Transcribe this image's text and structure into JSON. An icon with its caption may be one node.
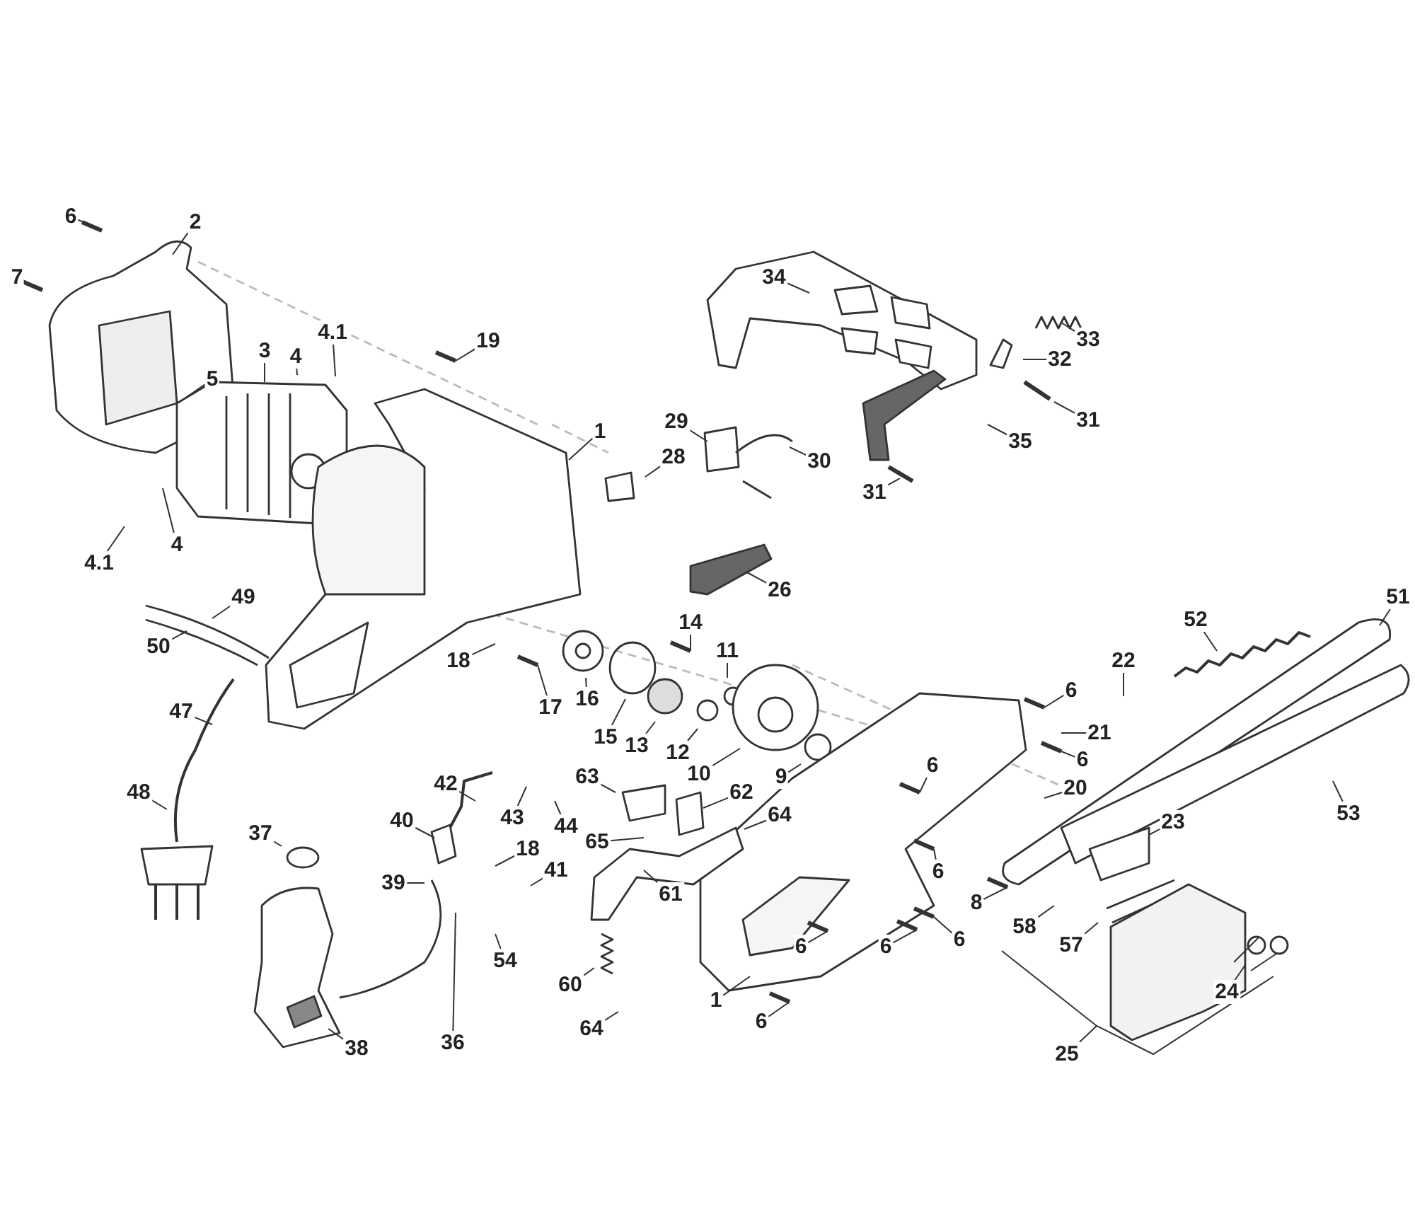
{
  "diagram": {
    "nodes": [
      {
        "text": [
          "6"
        ]
      },
      {
        "text": [
          "2"
        ]
      },
      {
        "text": [
          "34"
        ]
      },
      {
        "text": [
          "7"
        ]
      },
      {
        "text": [
          "4.1"
        ]
      },
      {
        "text": [
          "33"
        ]
      },
      {
        "text": [
          "19"
        ]
      },
      {
        "text": [
          "3"
        ]
      },
      {
        "text": [
          "4"
        ]
      },
      {
        "text": [
          "32"
        ]
      },
      {
        "text": [
          "5"
        ]
      },
      {
        "text": [
          "31"
        ]
      },
      {
        "text": [
          "29"
        ]
      },
      {
        "text": [
          "1"
        ]
      },
      {
        "text": [
          "35"
        ]
      },
      {
        "text": [
          "28"
        ]
      },
      {
        "text": [
          "30"
        ]
      },
      {
        "text": [
          "31"
        ]
      },
      {
        "text": [
          "4"
        ]
      },
      {
        "text": [
          "4.1"
        ]
      },
      {
        "text": [
          "26"
        ]
      },
      {
        "text": [
          "49"
        ]
      },
      {
        "text": [
          "51"
        ]
      },
      {
        "text": [
          "52"
        ]
      },
      {
        "text": [
          "14"
        ]
      },
      {
        "text": [
          "50"
        ]
      },
      {
        "text": [
          "11"
        ]
      },
      {
        "text": [
          "18"
        ]
      },
      {
        "text": [
          "22"
        ]
      },
      {
        "text": [
          "6"
        ]
      },
      {
        "text": [
          "16"
        ]
      },
      {
        "text": [
          "17"
        ]
      },
      {
        "text": [
          "47"
        ]
      },
      {
        "text": [
          "15"
        ]
      },
      {
        "text": [
          "21"
        ]
      },
      {
        "text": [
          "13"
        ]
      },
      {
        "text": [
          "12"
        ]
      },
      {
        "text": [
          "6"
        ]
      },
      {
        "text": [
          "6"
        ]
      },
      {
        "text": [
          "10"
        ]
      },
      {
        "text": [
          "9"
        ]
      },
      {
        "text": [
          "63"
        ]
      },
      {
        "text": [
          "20"
        ]
      },
      {
        "text": [
          "42"
        ]
      },
      {
        "text": [
          "62"
        ]
      },
      {
        "text": [
          "48"
        ]
      },
      {
        "text": [
          "64"
        ]
      },
      {
        "text": [
          "53"
        ]
      },
      {
        "text": [
          "43"
        ]
      },
      {
        "text": [
          "40"
        ]
      },
      {
        "text": [
          "23"
        ]
      },
      {
        "text": [
          "44"
        ]
      },
      {
        "text": [
          "37"
        ]
      },
      {
        "text": [
          "65"
        ]
      },
      {
        "text": [
          "18"
        ]
      },
      {
        "text": [
          "41"
        ]
      },
      {
        "text": [
          "6"
        ]
      },
      {
        "text": [
          "39"
        ]
      },
      {
        "text": [
          "61"
        ]
      },
      {
        "text": [
          "8"
        ]
      },
      {
        "text": [
          "58"
        ]
      },
      {
        "text": [
          "6"
        ]
      },
      {
        "text": [
          "57"
        ]
      },
      {
        "text": [
          "6"
        ]
      },
      {
        "text": [
          "6"
        ]
      },
      {
        "text": [
          "54"
        ]
      },
      {
        "text": [
          "60"
        ]
      },
      {
        "text": [
          "24"
        ]
      },
      {
        "text": [
          "1"
        ]
      },
      {
        "text": [
          "6"
        ]
      },
      {
        "text": [
          "64"
        ]
      },
      {
        "text": [
          "36"
        ]
      },
      {
        "text": [
          "38"
        ]
      },
      {
        "text": [
          "25"
        ]
      }
    ],
    "edges": [
      {
        "from": 0,
        "to": null,
        "arrow": "none"
      },
      {
        "from": 1,
        "to": null,
        "arrow": "none"
      },
      {
        "from": 2,
        "to": null,
        "arrow": "none"
      },
      {
        "from": 3,
        "to": null,
        "arrow": "none"
      },
      {
        "from": 4,
        "to": null,
        "arrow": "none"
      },
      {
        "from": 5,
        "to": null,
        "arrow": "none"
      },
      {
        "from": 6,
        "to": null,
        "arrow": "none"
      },
      {
        "from": 7,
        "to": null,
        "arrow": "none"
      },
      {
        "from": 8,
        "to": null,
        "arrow": "none"
      },
      {
        "from": 9,
        "to": null,
        "arrow": "none"
      },
      {
        "from": 10,
        "to": null,
        "arrow": "none"
      },
      {
        "from": 11,
        "to": null,
        "arrow": "none"
      },
      {
        "from": 12,
        "to": null,
        "arrow": "none"
      },
      {
        "from": 13,
        "to": null,
        "arrow": "none"
      },
      {
        "from": 14,
        "to": null,
        "arrow": "none"
      },
      {
        "from": 15,
        "to": null,
        "arrow": "none"
      },
      {
        "from": 16,
        "to": null,
        "arrow": "none"
      },
      {
        "from": 17,
        "to": null,
        "arrow": "none"
      },
      {
        "from": 18,
        "to": null,
        "arrow": "none"
      },
      {
        "from": 19,
        "to": null,
        "arrow": "none"
      },
      {
        "from": 20,
        "to": null,
        "arrow": "none"
      },
      {
        "from": 21,
        "to": null,
        "arrow": "none"
      },
      {
        "from": 22,
        "to": null,
        "arrow": "none"
      },
      {
        "from": 23,
        "to": null,
        "arrow": "none"
      },
      {
        "from": 24,
        "to": null,
        "arrow": "none"
      },
      {
        "from": 25,
        "to": null,
        "arrow": "none"
      },
      {
        "from": 26,
        "to": null,
        "arrow": "none"
      },
      {
        "from": 27,
        "to": null,
        "arrow": "none"
      },
      {
        "from": 28,
        "to": null,
        "arrow": "none"
      },
      {
        "from": 29,
        "to": null,
        "arrow": "none"
      },
      {
        "from": 30,
        "to": null,
        "arrow": "none"
      },
      {
        "from": 31,
        "to": null,
        "arrow": "none"
      },
      {
        "from": 32,
        "to": null,
        "arrow": "none"
      },
      {
        "from": 33,
        "to": null,
        "arrow": "none"
      },
      {
        "from": 34,
        "to": null,
        "arrow": "none"
      },
      {
        "from": 35,
        "to": null,
        "arrow": "none"
      },
      {
        "from": 36,
        "to": null,
        "arrow": "none"
      },
      {
        "from": 37,
        "to": null,
        "arrow": "none"
      },
      {
        "from": 38,
        "to": null,
        "arrow": "none"
      },
      {
        "from": 39,
        "to": null,
        "arrow": "none"
      },
      {
        "from": 40,
        "to": null,
        "arrow": "none"
      },
      {
        "from": 41,
        "to": null,
        "arrow": "none"
      },
      {
        "from": 42,
        "to": null,
        "arrow": "none"
      },
      {
        "from": 43,
        "to": null,
        "arrow": "none"
      },
      {
        "from": 44,
        "to": null,
        "arrow": "none"
      },
      {
        "from": 45,
        "to": null,
        "arrow": "none"
      },
      {
        "from": 46,
        "to": null,
        "arrow": "none"
      },
      {
        "from": 47,
        "to": null,
        "arrow": "none"
      },
      {
        "from": 48,
        "to": null,
        "arrow": "none"
      },
      {
        "from": 49,
        "to": null,
        "arrow": "none"
      },
      {
        "from": 50,
        "to": null,
        "arrow": "none"
      },
      {
        "from": 51,
        "to": null,
        "arrow": "none"
      },
      {
        "from": 52,
        "to": null,
        "arrow": "none"
      },
      {
        "from": 53,
        "to": null,
        "arrow": "none"
      },
      {
        "from": 54,
        "to": null,
        "arrow": "none"
      },
      {
        "from": 55,
        "to": null,
        "arrow": "none"
      },
      {
        "from": 56,
        "to": null,
        "arrow": "none"
      },
      {
        "from": 57,
        "to": null,
        "arrow": "none"
      },
      {
        "from": 58,
        "to": null,
        "arrow": "none"
      },
      {
        "from": 59,
        "to": null,
        "arrow": "none"
      },
      {
        "from": 60,
        "to": null,
        "arrow": "none"
      },
      {
        "from": 61,
        "to": null,
        "arrow": "none"
      },
      {
        "from": 62,
        "to": null,
        "arrow": "none"
      },
      {
        "from": 63,
        "to": null,
        "arrow": "none"
      },
      {
        "from": 64,
        "to": null,
        "arrow": "none"
      },
      {
        "from": 65,
        "to": null,
        "arrow": "none"
      },
      {
        "from": 66,
        "to": null,
        "arrow": "none"
      },
      {
        "from": 67,
        "to": null,
        "arrow": "none"
      },
      {
        "from": 68,
        "to": null,
        "arrow": "none"
      },
      {
        "from": 69,
        "to": null,
        "arrow": "none"
      },
      {
        "from": 70,
        "to": null,
        "arrow": "none"
      },
      {
        "from": 71,
        "to": null,
        "arrow": "none"
      },
      {
        "from": 72,
        "to": null,
        "arrow": "none"
      },
      {
        "from": 73,
        "to": null,
        "arrow": "none"
      }
    ]
  }
}
